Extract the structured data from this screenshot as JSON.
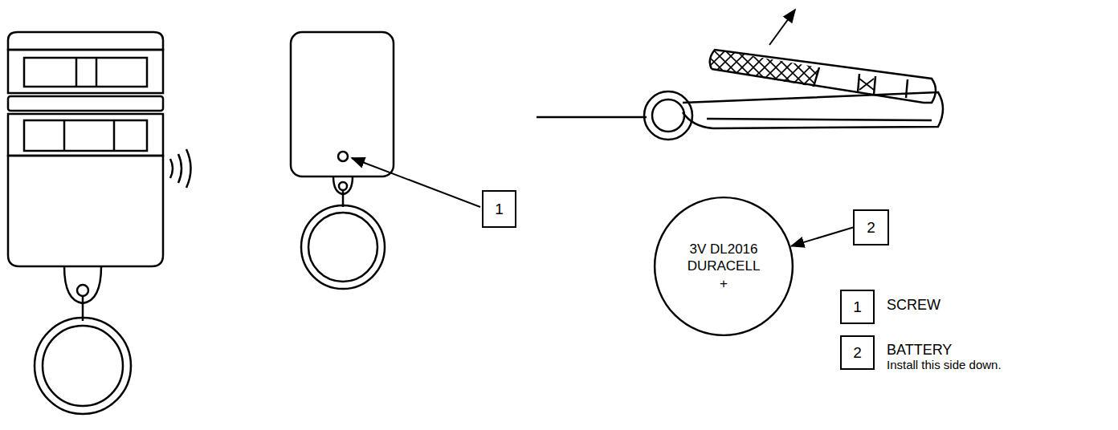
{
  "diagram": {
    "nodes": [
      {
        "text": [
          "1"
        ]
      },
      {
        "text": [
          "3V DL2016 DURACELL",
          "+"
        ]
      },
      {
        "text": [
          "2"
        ]
      },
      {
        "text": [
          "1"
        ]
      },
      {
        "text": [
          "2"
        ]
      }
    ],
    "edges": [
      {
        "from": 2,
        "to": 1,
        "arrow": "to"
      }
    ],
    "labels": [
      "SCREW",
      "BATTERY",
      "Install this side down."
    ]
  }
}
